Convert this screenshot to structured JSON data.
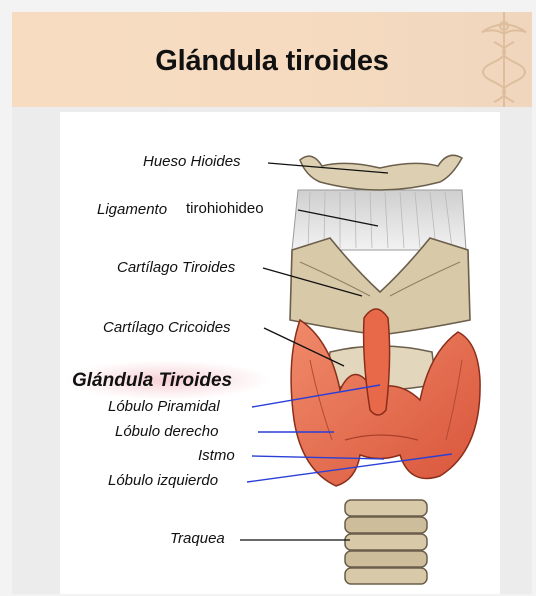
{
  "header": {
    "title": "Glándula tiroides",
    "emblem_icon": "caduceus-icon"
  },
  "labels": {
    "hueso_hioides": "Hueso Hioides",
    "ligamento_prefix": "Ligamento",
    "ligamento_suffix": "tirohiohideo",
    "cartilago_tiroides": "Cartílago Tiroides",
    "cartilago_cricoides": "Cartílago Cricoides",
    "glandula_tiroides": "Glándula Tiroides",
    "lobulo_piramidal": "Lóbulo Piramidal",
    "lobulo_derecho": "Lóbulo derecho",
    "istmo": "Istmo",
    "lobulo_izquierdo": "Lóbulo izquierdo",
    "traquea": "Traquea"
  },
  "colors": {
    "header_bg": "#f7dcc1",
    "gland": "#e8694a",
    "cartilage": "#d8c9a8",
    "leader_black": "#111111",
    "leader_blue": "#2a3fd6"
  }
}
